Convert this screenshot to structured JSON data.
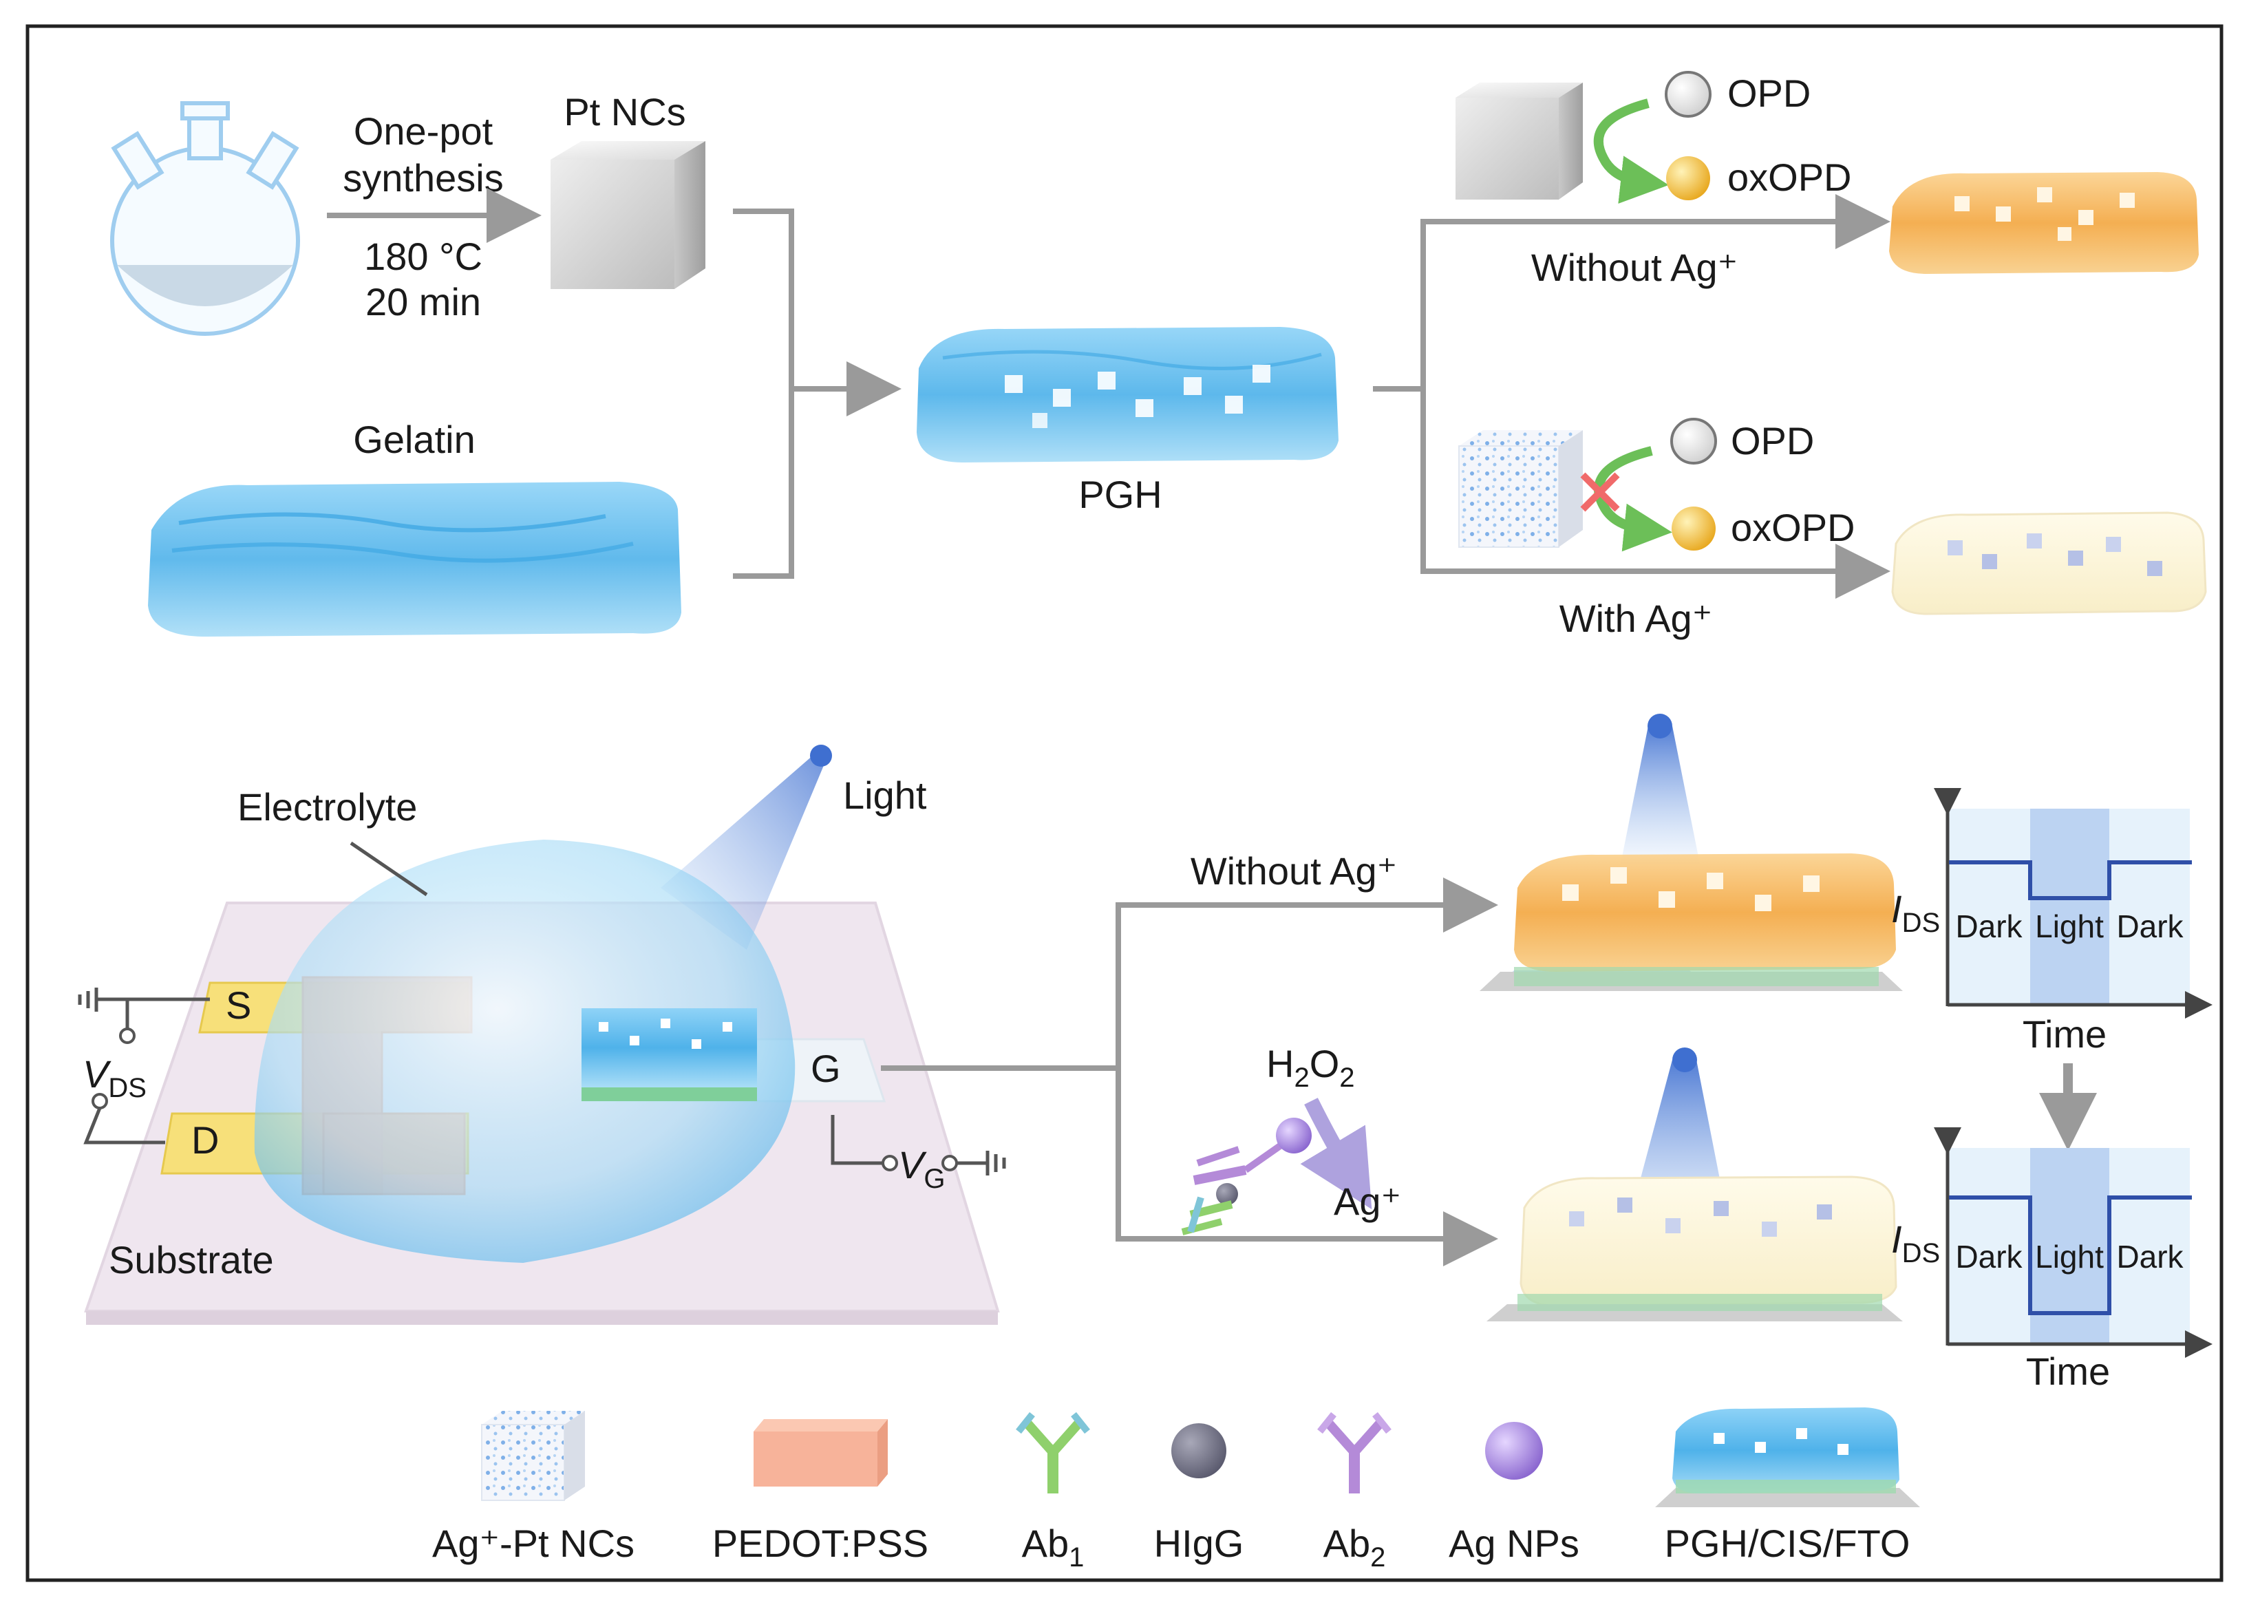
{
  "top": {
    "step_label_1": "One-pot",
    "step_label_2": "synthesis",
    "temp": "180 °C",
    "time": "20 min",
    "pt_ncs": "Pt NCs",
    "gelatin": "Gelatin",
    "pgh": "PGH",
    "opd_1": "OPD",
    "oxopd_1": "oxOPD",
    "without_ag_1": "Without Ag⁺",
    "opd_2": "OPD",
    "oxopd_2": "oxOPD",
    "with_ag": "With Ag⁺"
  },
  "device": {
    "electrolyte": "Electrolyte",
    "light": "Light",
    "s": "S",
    "d": "D",
    "g": "G",
    "vds": "V",
    "vds_sub": "DS",
    "vg": "V",
    "vg_sub": "G",
    "substrate": "Substrate"
  },
  "bottom": {
    "without_ag_2": "Without Ag⁺",
    "h2o2_h": "H",
    "h2o2_2a": "2",
    "h2o2_o": "O",
    "h2o2_2b": "2",
    "ag_plus": "Ag⁺"
  },
  "plots": {
    "ids": "I",
    "ids_sub": "DS",
    "dark_left": "Dark",
    "light_mid": "Light",
    "dark_right": "Dark",
    "time": "Time"
  },
  "legend": {
    "ag_pt": "Ag⁺-Pt NCs",
    "pedot": "PEDOT:PSS",
    "ab1": "Ab",
    "ab1_sub": "1",
    "higg": "HIgG",
    "ab2": "Ab",
    "ab2_sub": "2",
    "agnps": "Ag NPs",
    "pgh_cis": "PGH/CIS/FTO"
  },
  "colors": {
    "gel_blue": "#5fb8ec",
    "gel_orange": "#f4b04c",
    "gel_pale": "#fbf3d6",
    "pedot": "#f7b39a",
    "electrode": "#f7e07a",
    "arrow": "#9a9a9a",
    "plot_line": "#2f4fa8",
    "plot_light": "#bcd3f2",
    "plot_dark": "#e6f2fb",
    "green_arrow": "#6cbf58",
    "ab1": "#8fd06c",
    "ab2": "#b48ad8"
  }
}
